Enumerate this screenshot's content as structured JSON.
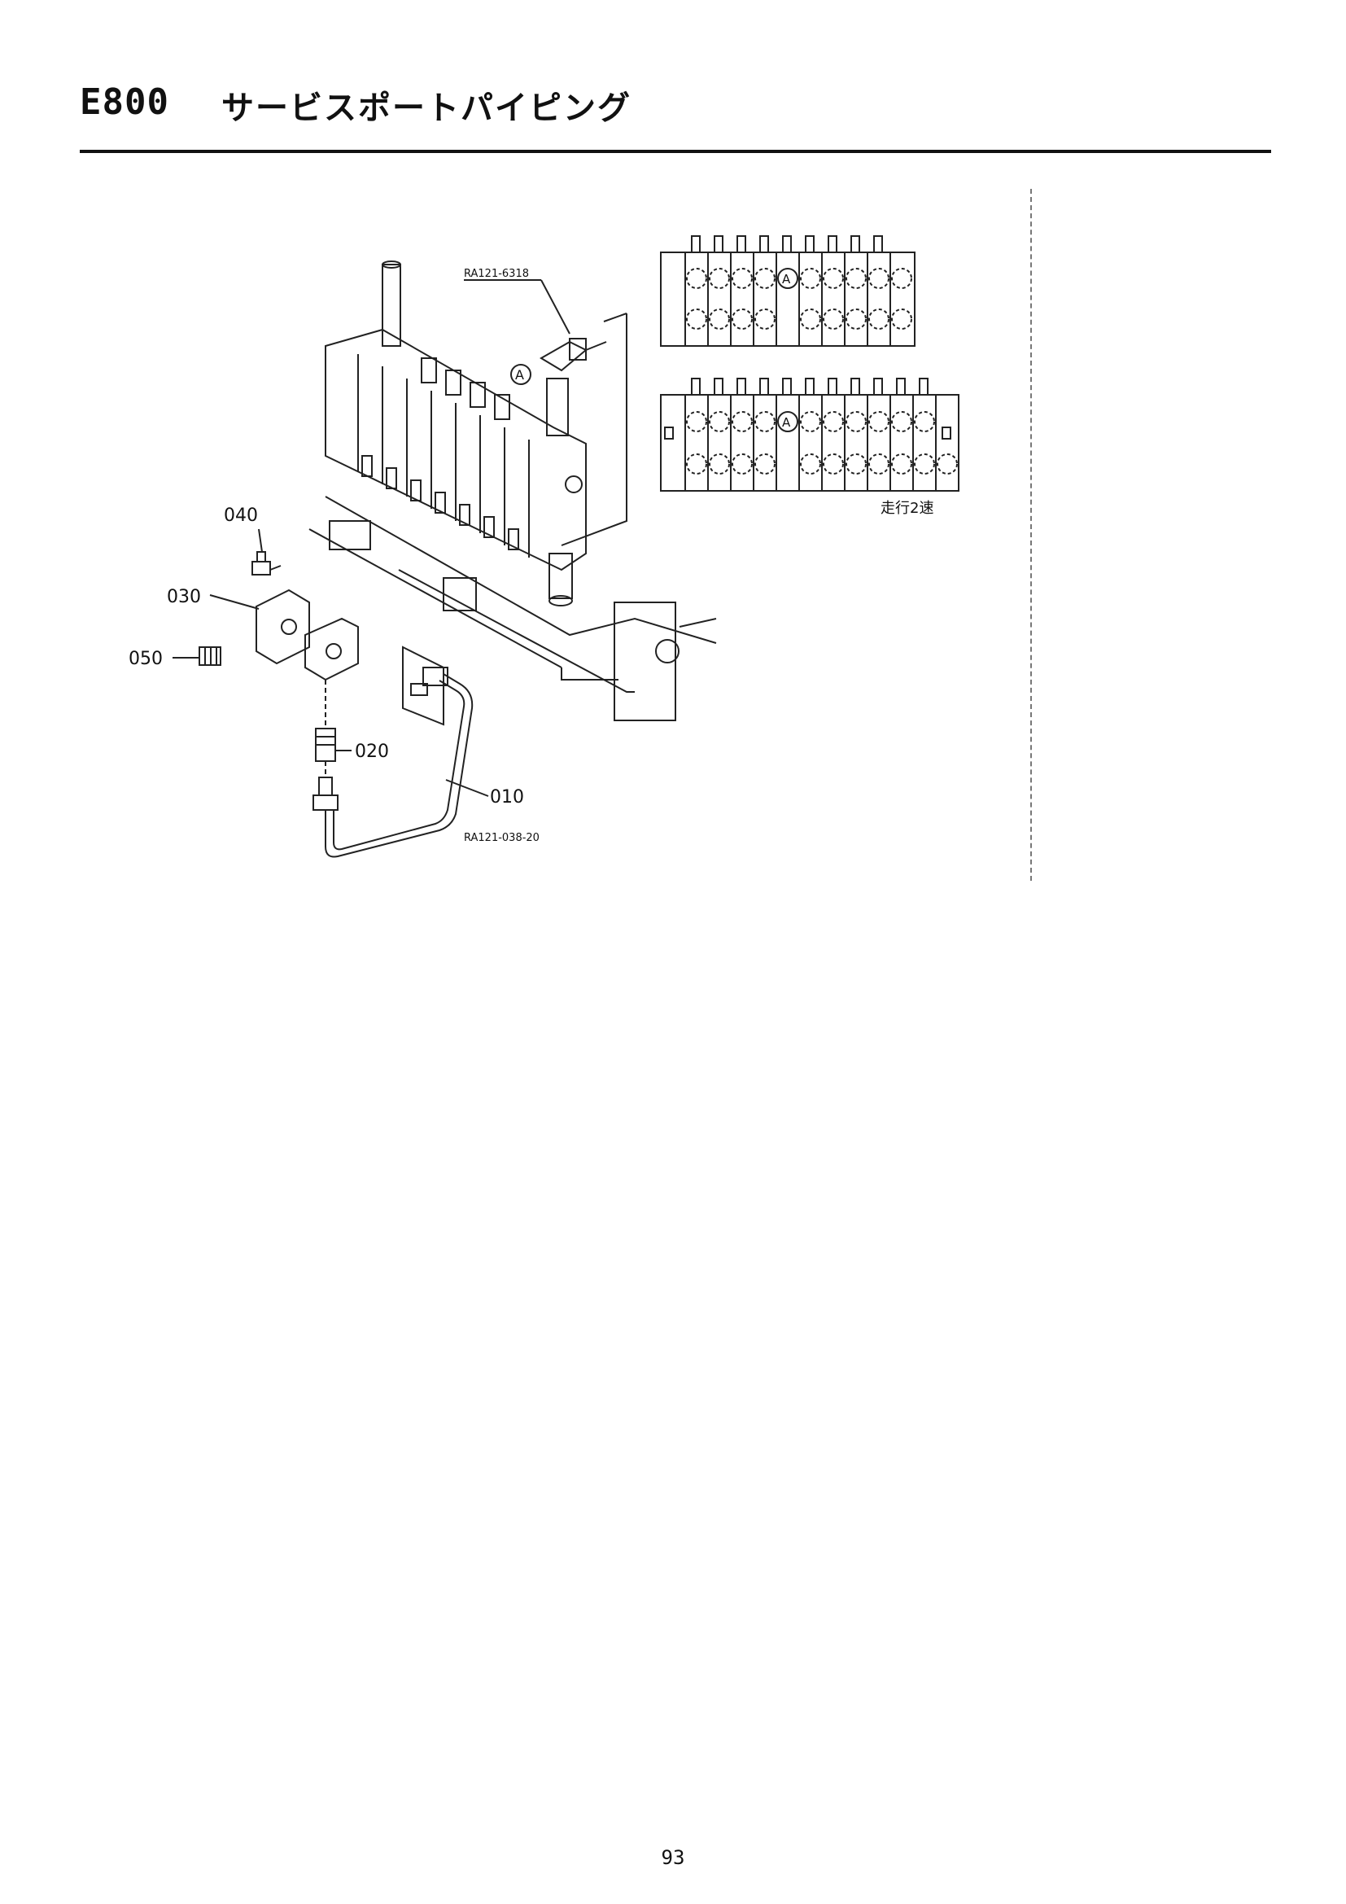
{
  "header": {
    "code": "E800",
    "title": "サービスポートパイピング"
  },
  "diagram": {
    "ref_valve": "RA121-6318",
    "ref_pipe": "RA121-038-20",
    "detail_marker": "A",
    "variant_label": "走行2速",
    "callouts": [
      {
        "part": "010"
      },
      {
        "part": "020"
      },
      {
        "part": "030"
      },
      {
        "part": "040"
      },
      {
        "part": "050"
      }
    ]
  },
  "page_number": "93"
}
